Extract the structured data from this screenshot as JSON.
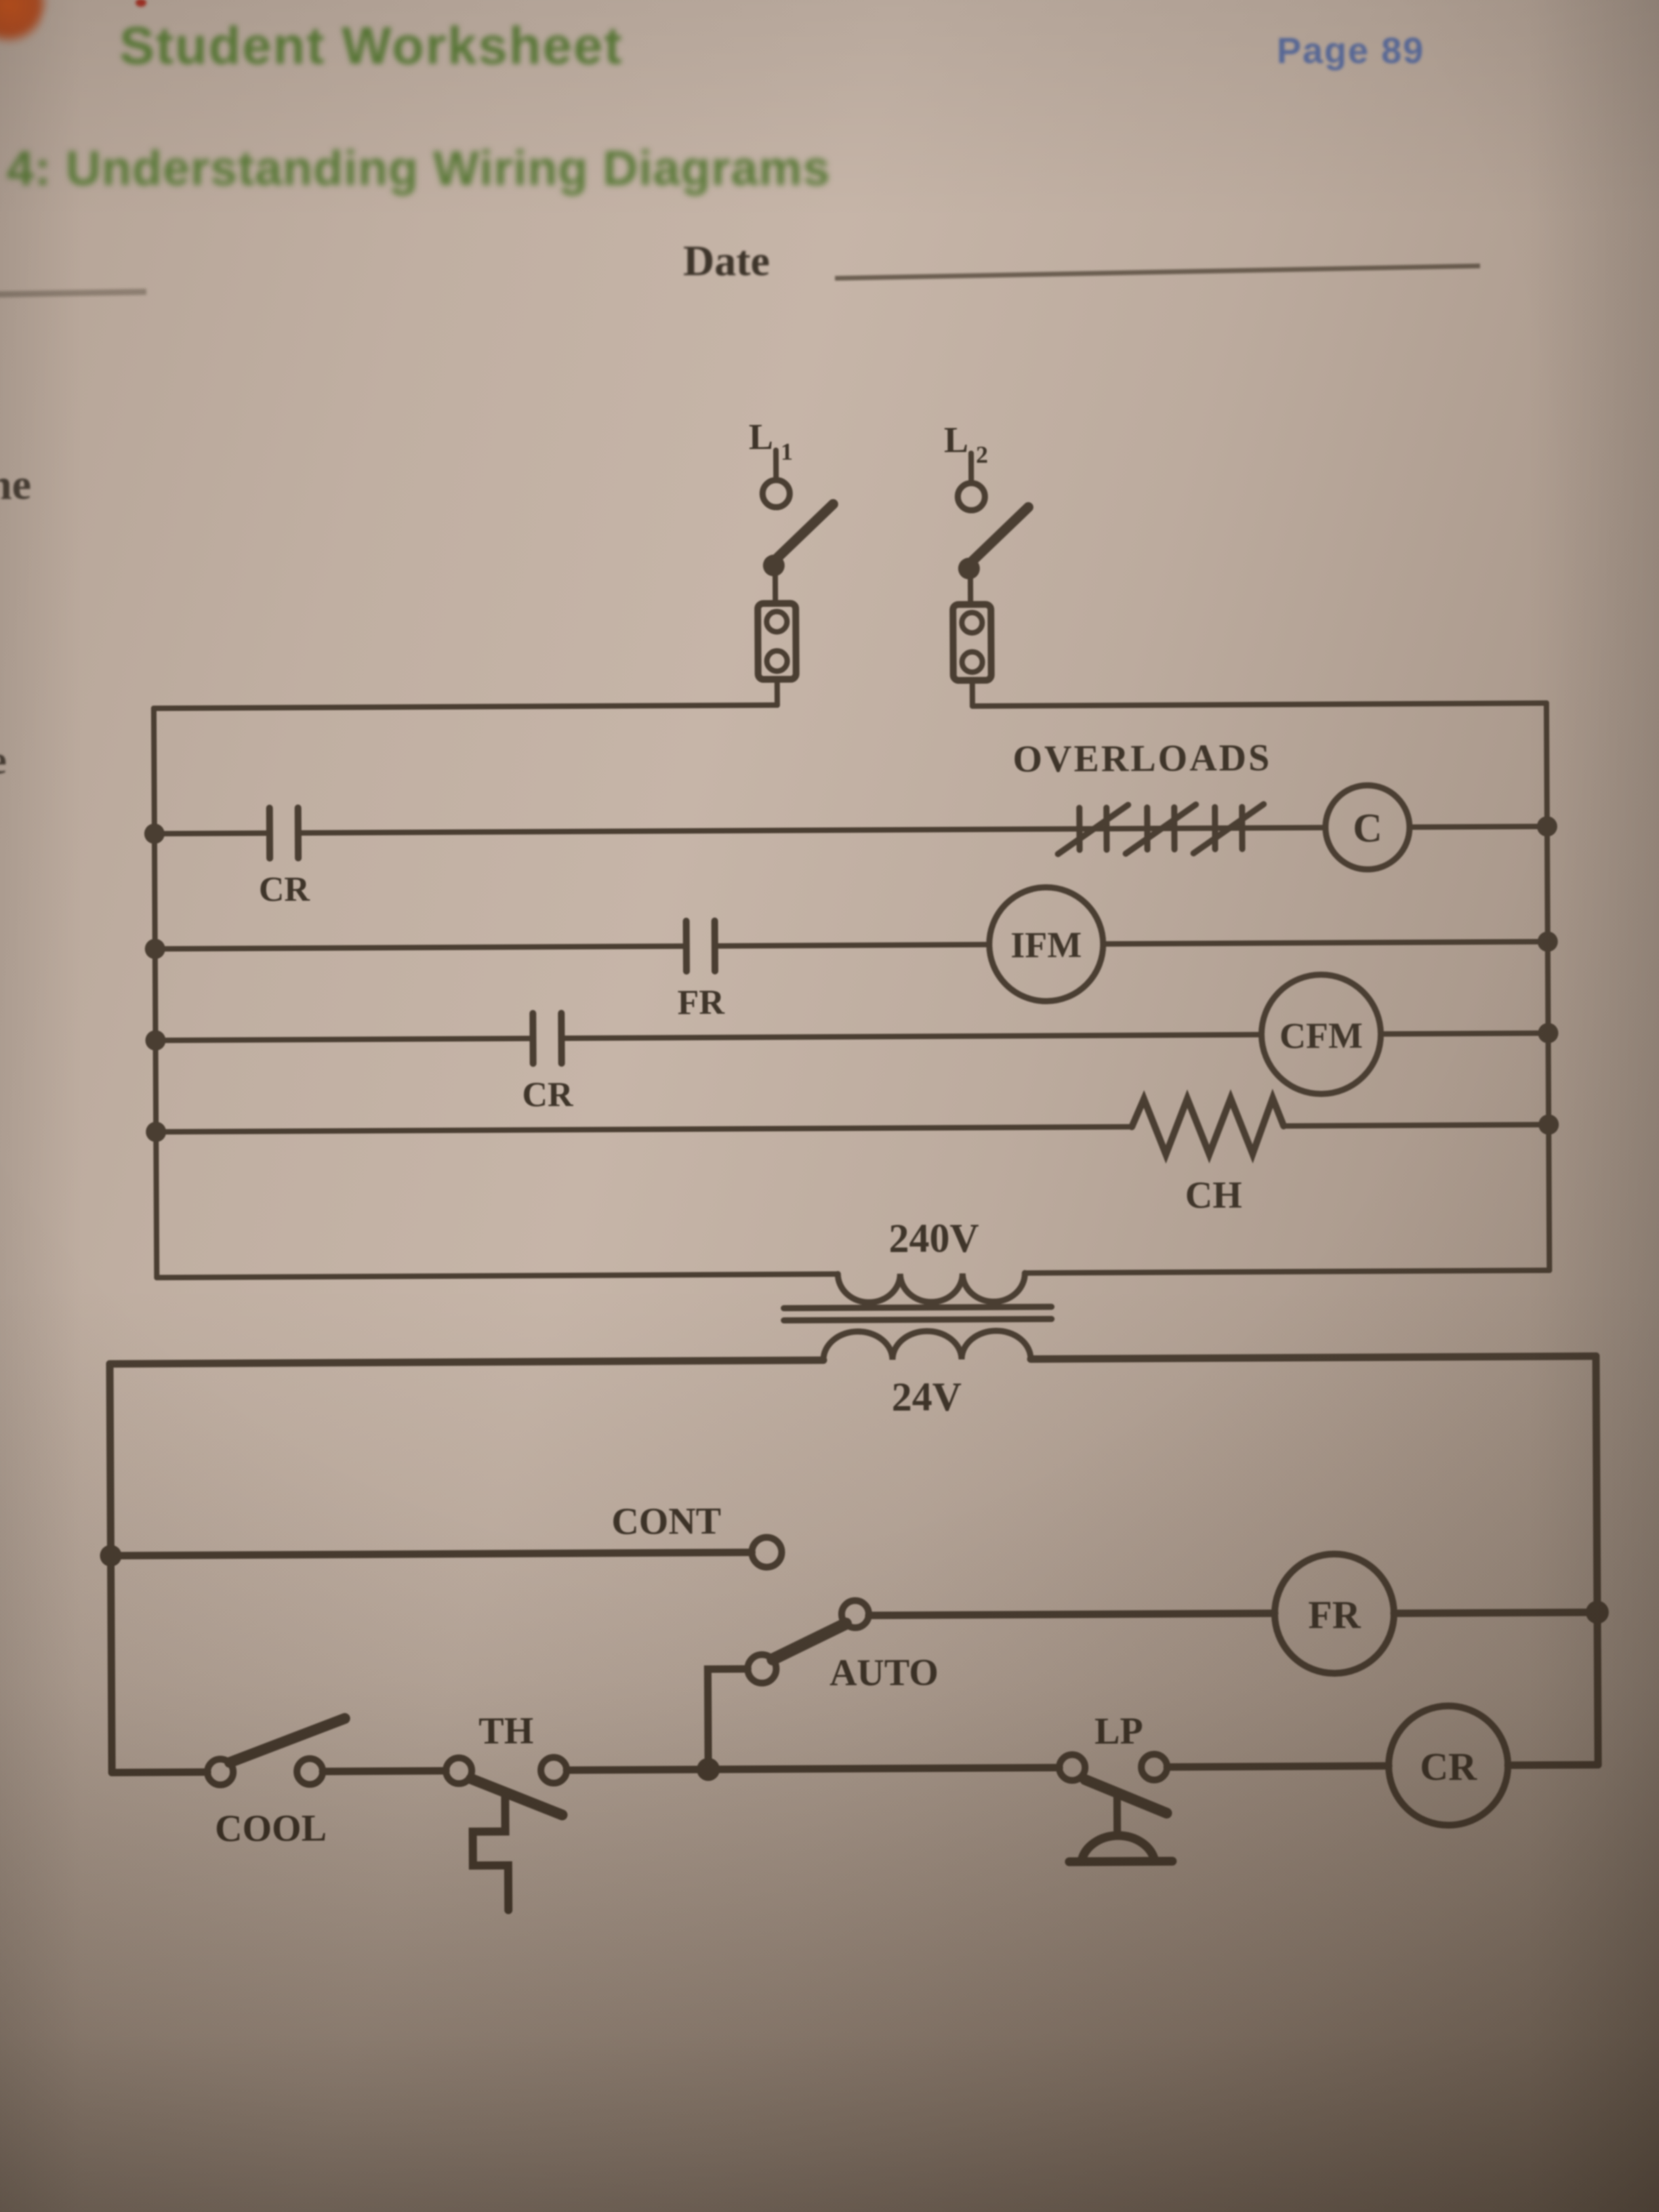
{
  "header": {
    "title": "Student Worksheet",
    "page_label": "Page 89",
    "lesson_title": "4: Understanding Wiring Diagrams",
    "date_label": "Date",
    "edge_fragment_top": "he",
    "edge_fragment_bottom": "e"
  },
  "diagram": {
    "supply": {
      "l1_letter": "L",
      "l1_subscript": "1",
      "l2_letter": "L",
      "l2_subscript": "2"
    },
    "upper_ladder": {
      "rung1_contact_label": "CR",
      "overloads_label": "OVERLOADS",
      "contactor_coil": "C",
      "rung2_contact_label": "FR",
      "indoor_fan_motor_coil": "IFM",
      "rung3_contact_label": "CR",
      "condenser_fan_motor_coil": "CFM",
      "crankcase_heater_label": "CH"
    },
    "transformer": {
      "primary_voltage": "240V",
      "secondary_voltage": "24V"
    },
    "lower_ladder": {
      "cont_switch_label": "CONT",
      "auto_switch_label": "AUTO",
      "fan_relay_coil": "FR",
      "cool_switch_label": "COOL",
      "thermostat_label": "TH",
      "low_pressure_label": "LP",
      "control_relay_coil": "CR"
    }
  },
  "colors": {
    "paper": "#bcab9e",
    "ink": "#4a3e32",
    "heading_green": "#5c7c39",
    "page_number_blue": "#5c6d9d",
    "corner_orange": "#c25522"
  }
}
